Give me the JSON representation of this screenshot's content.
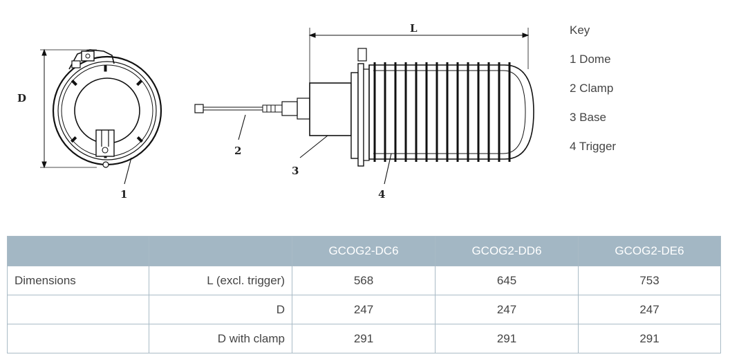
{
  "drawing": {
    "label_D": "D",
    "label_L": "L",
    "callout_1": "1",
    "callout_2": "2",
    "callout_3": "3",
    "callout_4": "4"
  },
  "key": {
    "title": "Key",
    "items": [
      "1 Dome",
      "2 Clamp",
      "3 Base",
      "4 Trigger"
    ]
  },
  "table": {
    "headers": [
      "",
      "",
      "GCOG2-DC6",
      "GCOG2-DD6",
      "GCOG2-DE6"
    ],
    "rows": [
      {
        "label": "Dimensions",
        "sub": "L (excl. trigger)",
        "values": [
          "568",
          "645",
          "753"
        ]
      },
      {
        "label": "",
        "sub": "D",
        "values": [
          "247",
          "247",
          "247"
        ]
      },
      {
        "label": "",
        "sub": "D with clamp",
        "values": [
          "291",
          "291",
          "291"
        ]
      }
    ]
  },
  "colors": {
    "header_bg": "#a3b7c4",
    "border": "#a9bbc6",
    "line_art": "#111111"
  }
}
